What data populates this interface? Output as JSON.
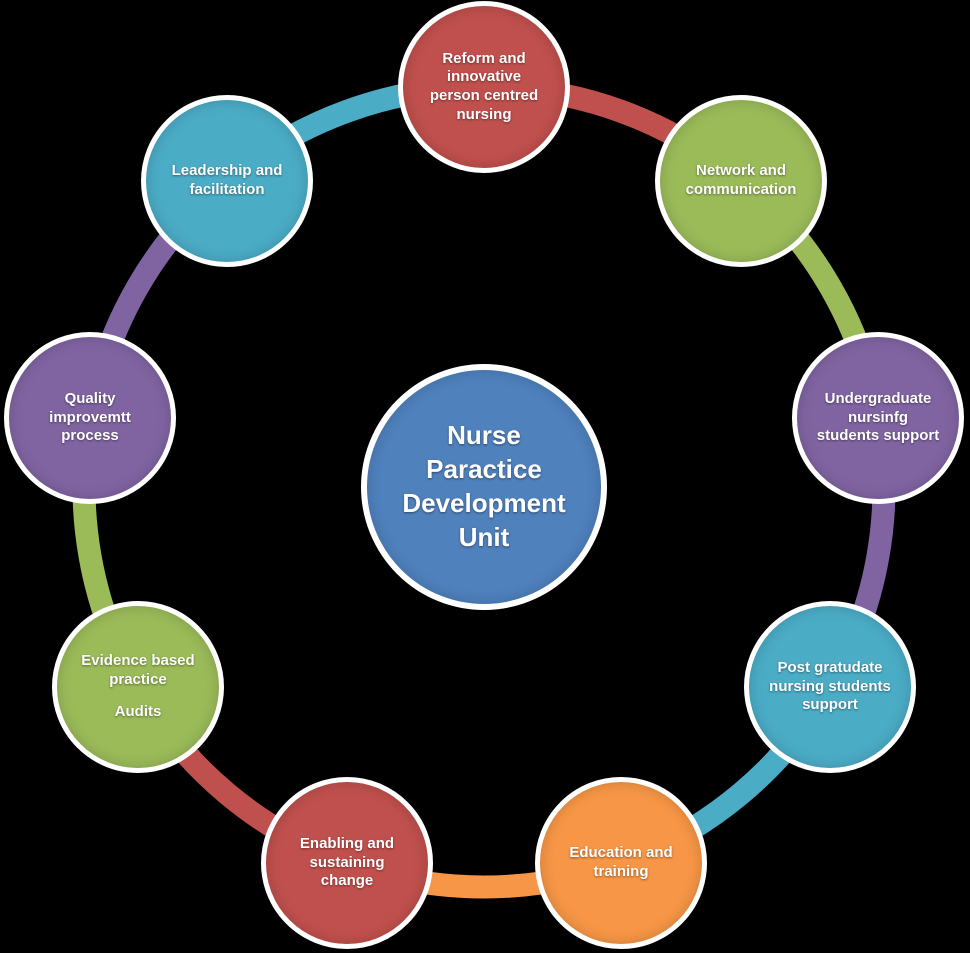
{
  "diagram": {
    "background_color": "#000000",
    "text_color": "#ffffff",
    "border_color": "#ffffff",
    "center": {
      "label": "Nurse\nParactice\nDevelopment\nUnit",
      "color": "#4F81BD"
    },
    "nodes": [
      {
        "label": "Reform and\ninnovative\nperson centred\nnursing",
        "color": "#C0504D"
      },
      {
        "label": "Network and\ncommunication",
        "color": "#9BBB59"
      },
      {
        "label": "Undergraduate\nnursinfg\nstudents support",
        "color": "#8064A2"
      },
      {
        "label": "Post gratudate\nnursing students\nsupport",
        "color": "#4BACC6"
      },
      {
        "label": "Education and\ntraining",
        "color": "#F79646"
      },
      {
        "label": "Enabling and\nsustaining\nchange",
        "color": "#C0504D"
      },
      {
        "label": "Evidence based\npractice",
        "label2": "Audits",
        "color": "#9BBB59"
      },
      {
        "label": "Quality\nimprovemtt\nprocess",
        "color": "#8064A2"
      },
      {
        "label": "Leadership and\nfacilitation",
        "color": "#4BACC6"
      }
    ]
  }
}
